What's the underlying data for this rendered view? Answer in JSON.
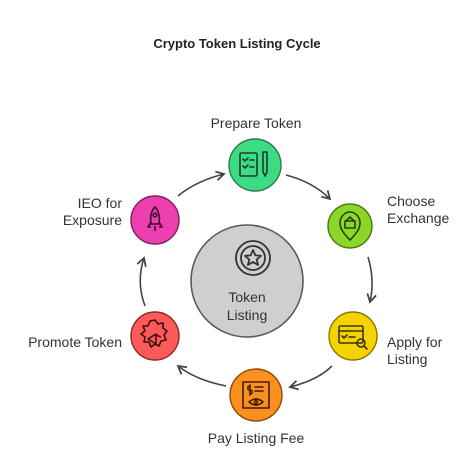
{
  "title": "Crypto Token Listing Cycle",
  "center": {
    "line1": "Token",
    "line2": "Listing",
    "icon": "star-badge-icon",
    "color": "#cfcfcf"
  },
  "steps": [
    {
      "line1": "Prepare Token",
      "line2": "",
      "icon": "checklist-pen-icon",
      "color": "#3ddc84"
    },
    {
      "line1": "Choose",
      "line2": "Exchange",
      "icon": "location-pin-icon",
      "color": "#8cd62a"
    },
    {
      "line1": "Apply for",
      "line2": "Listing",
      "icon": "form-search-icon",
      "color": "#f5d300"
    },
    {
      "line1": "Pay Listing Fee",
      "line2": "",
      "icon": "receipt-eye-icon",
      "color": "#ff8f1f"
    },
    {
      "line1": "Promote Token",
      "line2": "",
      "icon": "megaphone-icon",
      "color": "#ff5a5a"
    },
    {
      "line1": "IEO for",
      "line2": "Exposure",
      "icon": "rocket-icon",
      "color": "#ee3fb0"
    }
  ]
}
